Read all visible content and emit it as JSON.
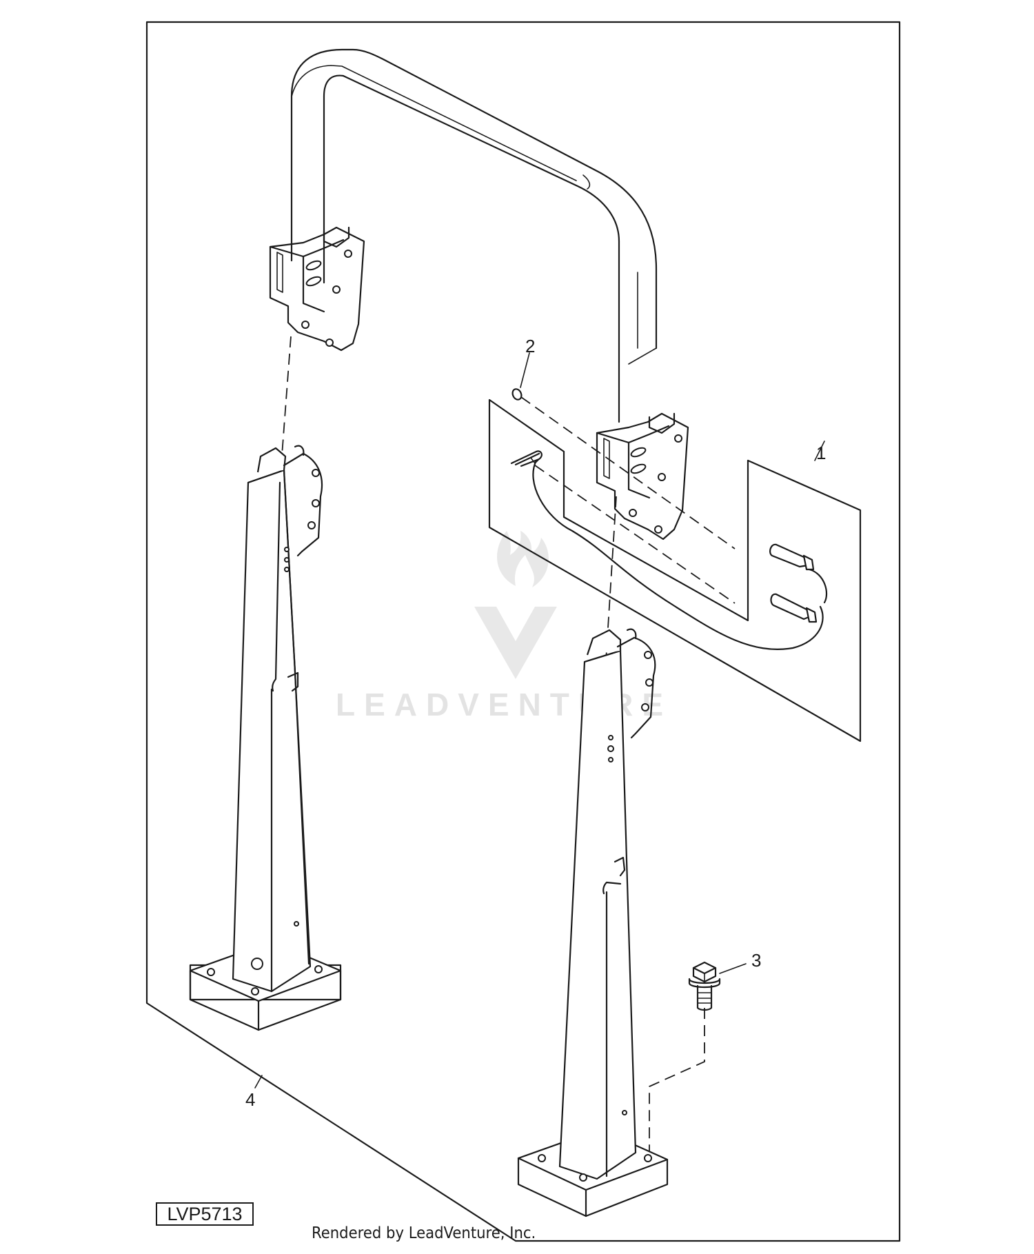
{
  "diagram": {
    "reference_id": "LVP5713",
    "credit": "Rendered by LeadVenture, Inc.",
    "watermark": "LEADVENTURE",
    "callouts": [
      {
        "id": "1",
        "label": "1"
      },
      {
        "id": "2",
        "label": "2"
      },
      {
        "id": "3",
        "label": "3"
      },
      {
        "id": "4",
        "label": "4"
      }
    ]
  }
}
